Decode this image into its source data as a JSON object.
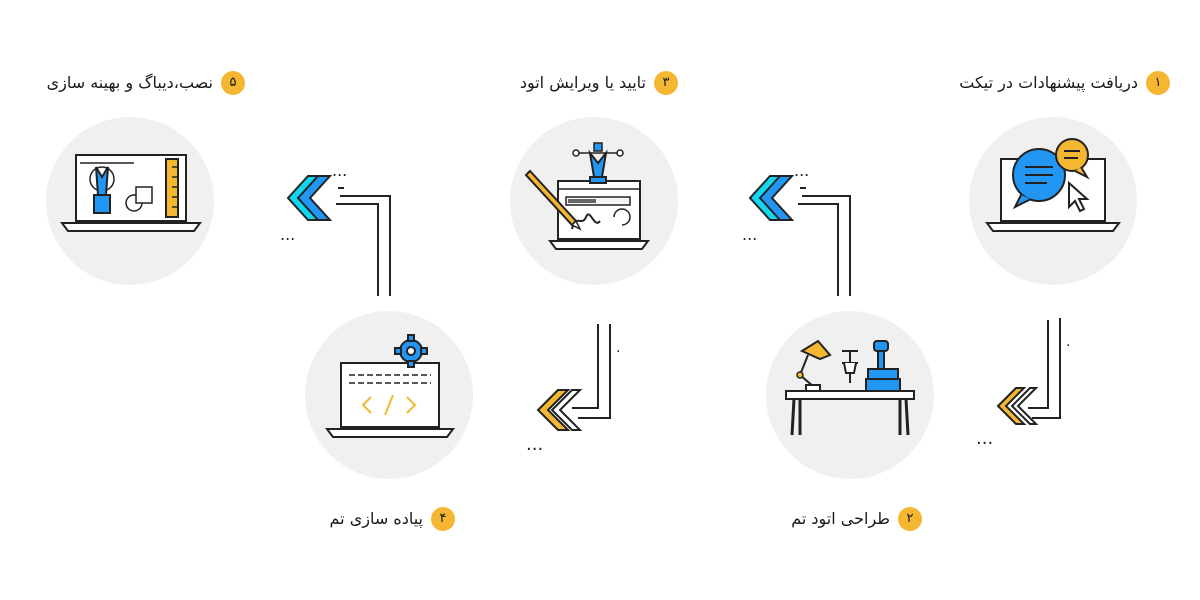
{
  "colors": {
    "badge": "#f5b731",
    "accent_blue": "#2196f3",
    "accent_cyan": "#12d6ef",
    "accent_yellow": "#f5b731",
    "circle_bg": "#f0f0f0"
  },
  "steps": [
    {
      "number": "۱",
      "label": "دریافت پیشنهادات در تیکت",
      "icon": "laptop-chat-icon"
    },
    {
      "number": "۲",
      "label": "طراحی اتود تم",
      "icon": "desk-lamp-stamp-icon"
    },
    {
      "number": "۳",
      "label": "تایید یا ویرایش اتود",
      "icon": "laptop-pen-edit-icon"
    },
    {
      "number": "۴",
      "label": "پیاده سازی تم",
      "icon": "laptop-code-gear-icon"
    },
    {
      "number": "۵",
      "label": "نصب،دیباگ و بهینه سازی",
      "icon": "laptop-design-tools-icon"
    }
  ]
}
